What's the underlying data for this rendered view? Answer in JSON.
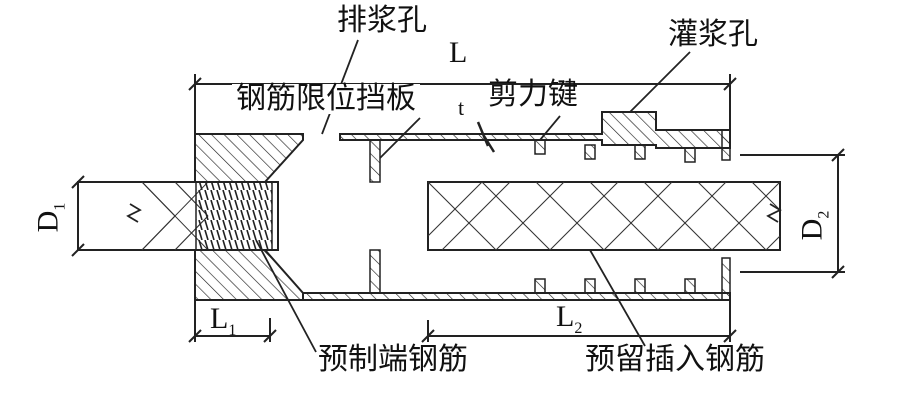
{
  "labels": {
    "exhaust_hole": "排浆孔",
    "grout_hole": "灌浆孔",
    "rebar_stop_plate": "钢筋限位挡板",
    "shear_key": "剪力键",
    "precast_rebar": "预制端钢筋",
    "inserted_rebar": "预留插入钢筋",
    "length_total": "L",
    "wall_thickness": "t",
    "d1": {
      "main": "D",
      "sub": "1"
    },
    "d2": {
      "main": "D",
      "sub": "2"
    },
    "l1": {
      "main": "L",
      "sub": "1"
    },
    "l2": {
      "main": "L",
      "sub": "2"
    }
  }
}
